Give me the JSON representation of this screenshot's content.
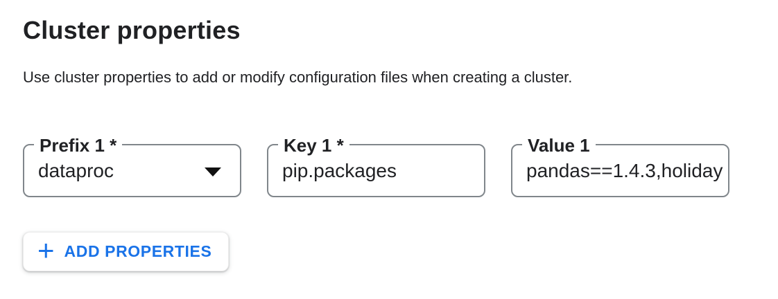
{
  "page": {
    "title": "Cluster properties",
    "description": "Use cluster properties to add or modify configuration files when creating a cluster."
  },
  "property_row_1": {
    "prefix": {
      "label": "Prefix 1 *",
      "value": "dataproc",
      "icon": "dropdown-arrow"
    },
    "key": {
      "label": "Key 1 *",
      "value": "pip.packages"
    },
    "value": {
      "label": "Value 1",
      "value": "pandas==1.4.3,holiday"
    }
  },
  "add_button": {
    "icon": "+",
    "label": "ADD PROPERTIES"
  },
  "colors": {
    "accent_blue": "#1a73e8",
    "text_primary": "#202124",
    "field_border": "#80868b"
  }
}
